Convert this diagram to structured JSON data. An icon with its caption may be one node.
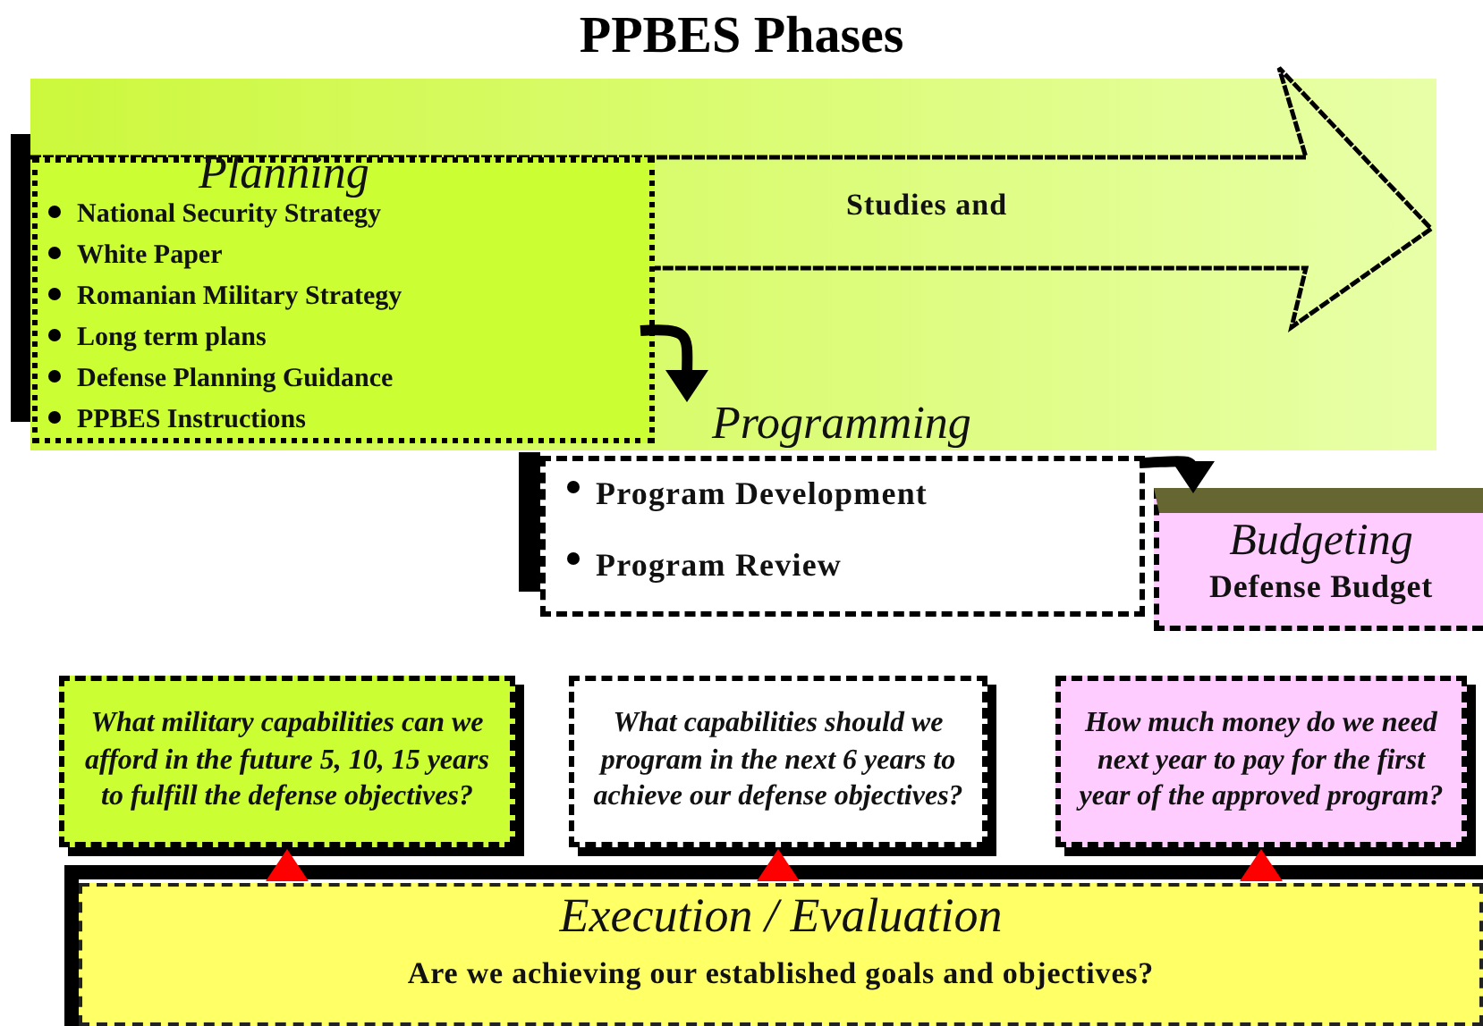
{
  "diagram": {
    "title": "PPBES Phases",
    "nodes": [
      {
        "text": [
          "Studies and"
        ]
      },
      {
        "text": [
          "Planning",
          "National Security Strategy",
          "White Paper",
          "Romanian Military Strategy",
          "Long term plans",
          "Defense Planning Guidance",
          "PPBES Instructions"
        ]
      },
      {
        "text": [
          "Programming",
          "Program Development",
          "Program Review"
        ]
      },
      {
        "text": [
          "Budgeting",
          "Defense Budget"
        ]
      },
      {
        "text": [
          "What military capabilities can we afford in the future 5, 10, 15 years to fulfill the defense objectives?"
        ]
      },
      {
        "text": [
          "What capabilities should we program in the next 6 years to achieve our defense objectives?"
        ]
      },
      {
        "text": [
          "How much money do we need next year to pay for the first year of the approved program?"
        ]
      },
      {
        "text": [
          "Execution / Evaluation",
          "Are we achieving our established goals and objectives?"
        ]
      }
    ],
    "edges": [
      {
        "from": 1,
        "to": 2,
        "arrow": "to",
        "color": "#000000"
      },
      {
        "from": 2,
        "to": 3,
        "arrow": "to",
        "color": "#000000"
      },
      {
        "from": 7,
        "to": 4,
        "arrow": "to",
        "color": "#ff0000"
      },
      {
        "from": 7,
        "to": 5,
        "arrow": "to",
        "color": "#ff0000"
      },
      {
        "from": 7,
        "to": 6,
        "arrow": "to",
        "color": "#ff0000"
      }
    ]
  }
}
